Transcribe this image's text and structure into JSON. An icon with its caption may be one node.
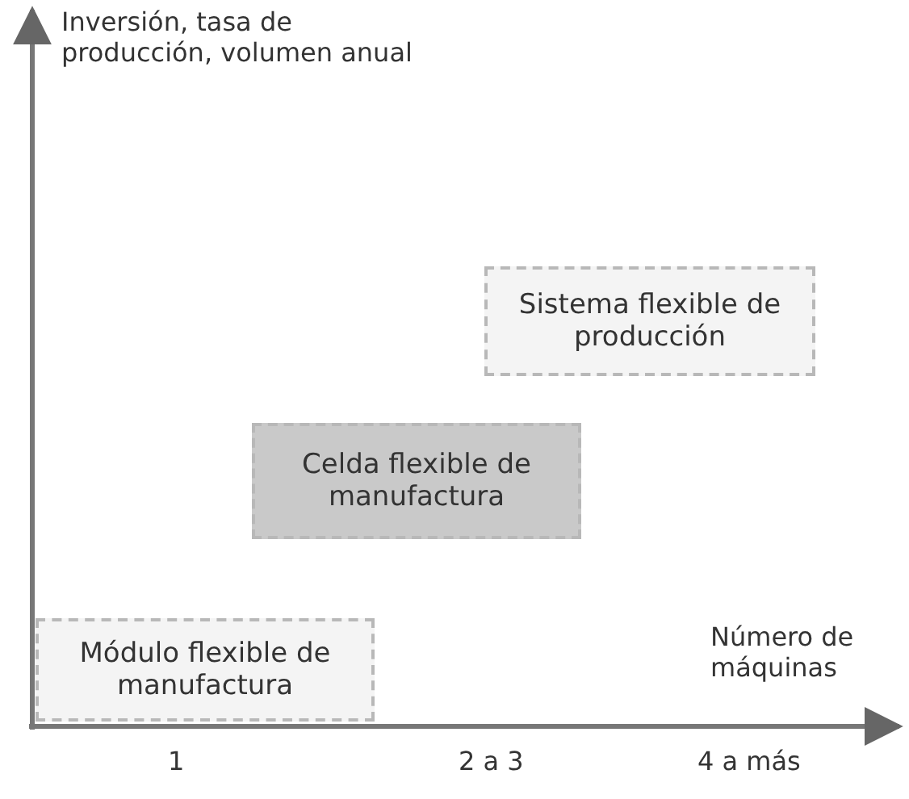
{
  "diagram": {
    "nodes": [
      {
        "text": [
          "Sistema flexible de producción"
        ]
      },
      {
        "text": [
          "Celda flexible de manufactura"
        ]
      },
      {
        "text": [
          "Módulo flexible de manufactura"
        ]
      }
    ],
    "labels": [
      "Inversión, tasa de producción, volumen anual",
      "Número de máquinas",
      "1",
      "2 a 3",
      "4 a más"
    ]
  }
}
